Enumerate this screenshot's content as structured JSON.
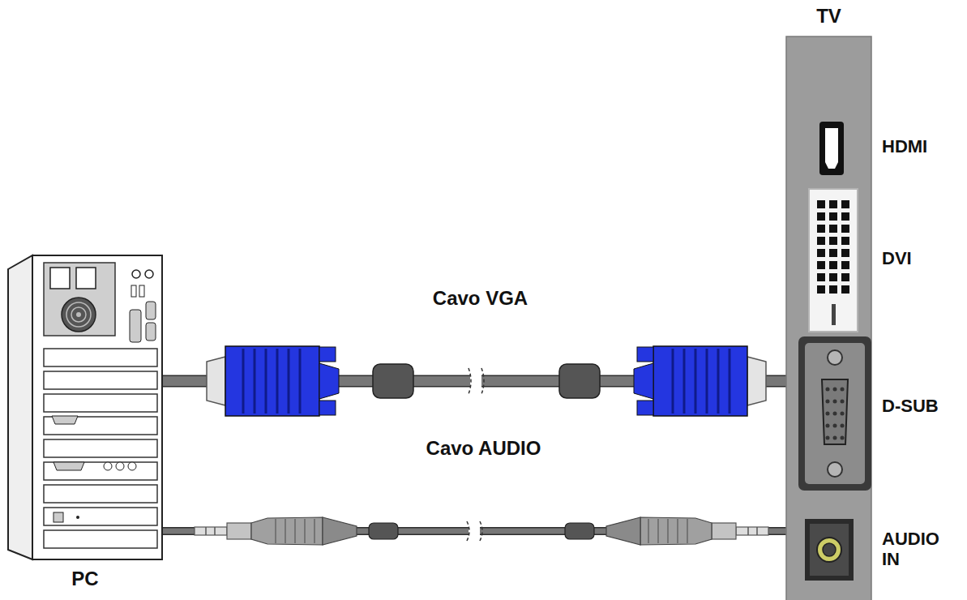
{
  "diagram": {
    "nodes": [
      {
        "text": [
          "PC"
        ]
      },
      {
        "text": [
          "TV"
        ]
      },
      {
        "text": [
          "HDMI"
        ],
        "in": 1
      },
      {
        "text": [
          "DVI"
        ],
        "in": 1
      },
      {
        "text": [
          "D-SUB"
        ],
        "in": 1
      },
      {
        "text": [
          "AUDIO IN"
        ],
        "in": 1
      }
    ],
    "edges": [
      {
        "from": 0,
        "to": 4,
        "label": "Cavo VGA",
        "arrow": "none"
      },
      {
        "from": 0,
        "to": 5,
        "label": "Cavo AUDIO",
        "arrow": "none"
      }
    ]
  }
}
